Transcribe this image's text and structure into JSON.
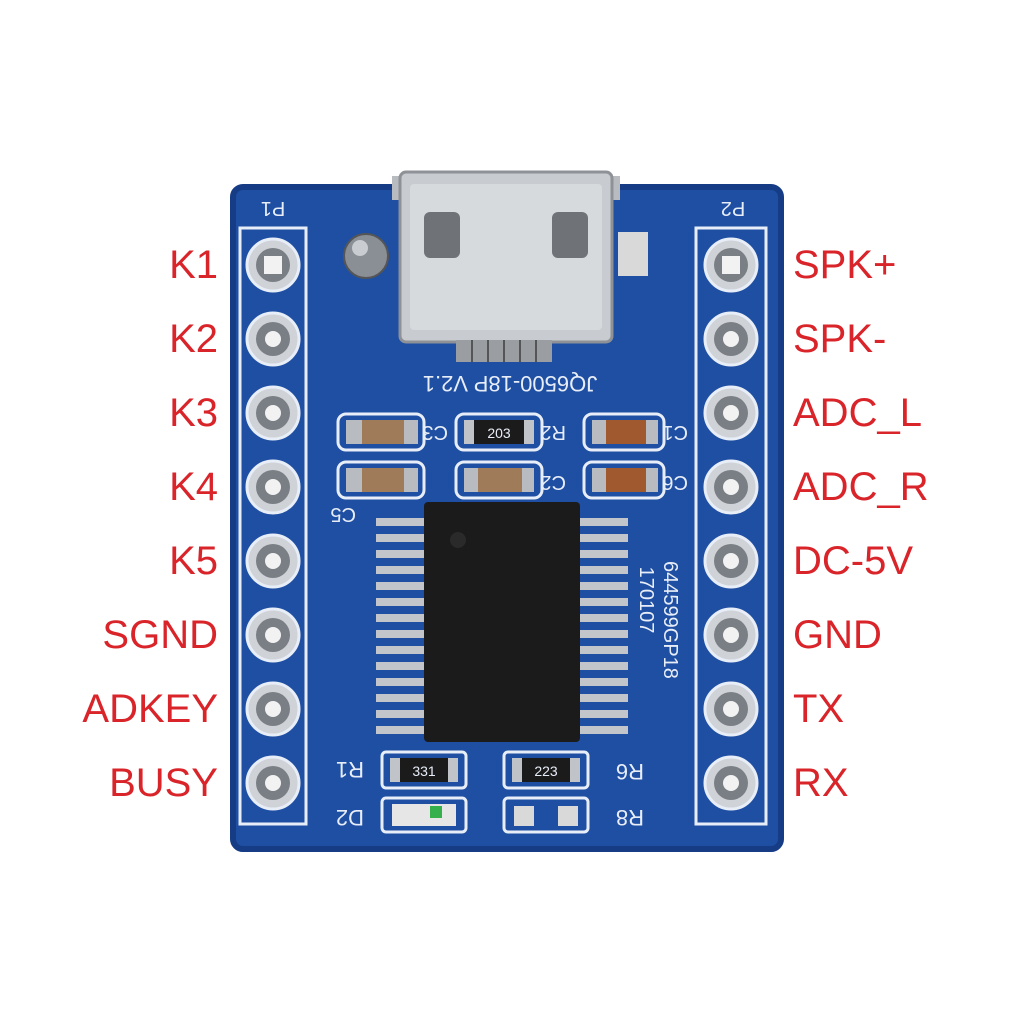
{
  "colors": {
    "label": "#d9242a",
    "pcb": "#1f4fa3",
    "pcb_dark": "#163c86",
    "silk": "#e8eef8",
    "pad": "#d9d9d9",
    "chip": "#1b1b1b"
  },
  "left_header": {
    "silk_label": "P1",
    "pins": [
      "K1",
      "K2",
      "K3",
      "K4",
      "K5",
      "SGND",
      "ADKEY",
      "BUSY"
    ]
  },
  "right_header": {
    "silk_label": "P2",
    "pins": [
      "SPK+",
      "SPK-",
      "ADC_L",
      "ADC_R",
      "DC-5V",
      "GND",
      "TX",
      "RX"
    ]
  },
  "board": {
    "model_text": "JQ6500-18P V2.1",
    "chip_marking_1": "170107",
    "chip_marking_2": "644599GP18",
    "resistor_top": "203",
    "resistor_r1": "331",
    "resistor_r6": "223",
    "ref_r1": "R1",
    "ref_d2": "D2",
    "ref_r6": "R6",
    "ref_r8": "R8",
    "ref_c5": "C5",
    "ref_c6": "C6",
    "ref_c1": "C1",
    "ref_c3": "C3",
    "ref_r2": "R2",
    "ref_c2": "C2"
  }
}
